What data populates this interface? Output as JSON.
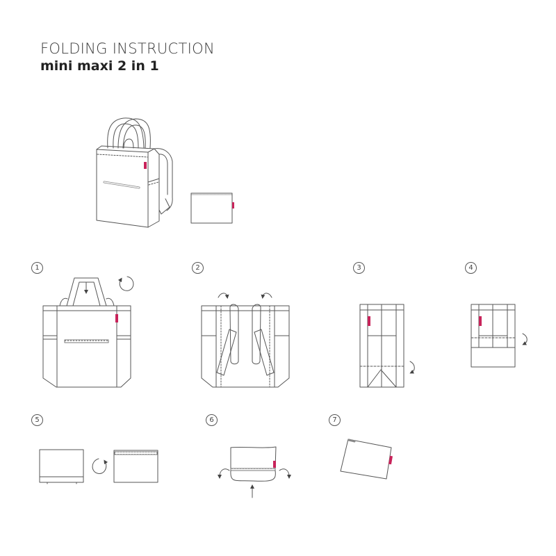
{
  "header": {
    "title": "FOLDING INSTRUCTION",
    "subtitle": "mini maxi 2 in 1"
  },
  "colors": {
    "line": "#555555",
    "tag": "#c8235a",
    "text": "#333333"
  },
  "overview": {
    "items": [
      {
        "name": "backpack-tote-unfolded",
        "description": "bag with handles and backpack straps"
      },
      {
        "name": "folded-pouch",
        "description": "zipped flat pouch"
      }
    ]
  },
  "steps": [
    {
      "number": "1",
      "illustration": "tote front, handles tucked down, rotate"
    },
    {
      "number": "2",
      "illustration": "back view with backpack straps folded inward"
    },
    {
      "number": "3",
      "illustration": "sides folded in, fold bottom up"
    },
    {
      "number": "4",
      "illustration": "folded along dashed line"
    },
    {
      "number": "5",
      "illustration": "rotate to zipper pocket side"
    },
    {
      "number": "6",
      "illustration": "turn pocket inside out"
    },
    {
      "number": "7",
      "illustration": "finished zipped pouch"
    }
  ]
}
